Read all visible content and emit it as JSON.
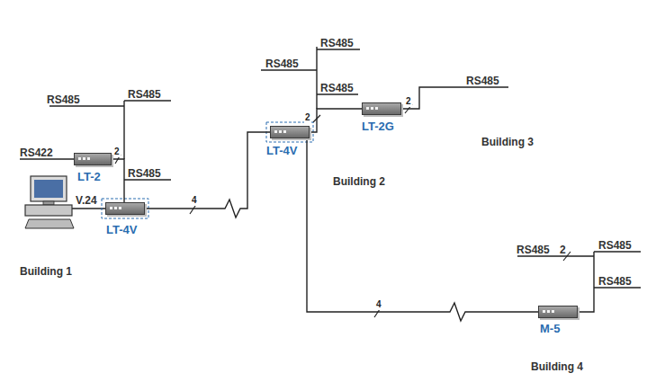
{
  "diagram": {
    "nodes": [
      {
        "text": [
          "Building 1"
        ]
      },
      {
        "text": [
          "LT-2"
        ],
        "in": 0
      },
      {
        "text": [
          "LT-4V"
        ],
        "in": 0
      },
      {
        "text": [
          "Building 2"
        ]
      },
      {
        "text": [
          "LT-4V"
        ],
        "in": 3
      },
      {
        "text": [
          "LT-2G"
        ],
        "in": 3
      },
      {
        "text": [
          "Building 3"
        ]
      },
      {
        "text": [
          "Building 4"
        ]
      },
      {
        "text": [
          "M-5"
        ],
        "in": 7
      }
    ],
    "edges": [
      {
        "from": 1,
        "to": 2,
        "arrow": "none",
        "label": "2"
      },
      {
        "from": 2,
        "to": 4,
        "arrow": "none",
        "label": "4"
      },
      {
        "from": 4,
        "to": 5,
        "arrow": "none",
        "label": "2"
      },
      {
        "from": 5,
        "to": 6,
        "arrow": "none",
        "label": "2"
      },
      {
        "from": 4,
        "to": 8,
        "arrow": "none",
        "label": "4"
      }
    ],
    "labels": [
      "RS485",
      "RS485",
      "RS422",
      "RS485",
      "V.24",
      "RS485",
      "RS485",
      "RS485",
      "RS485",
      "RS485",
      "2",
      "RS485",
      "RS485"
    ]
  }
}
